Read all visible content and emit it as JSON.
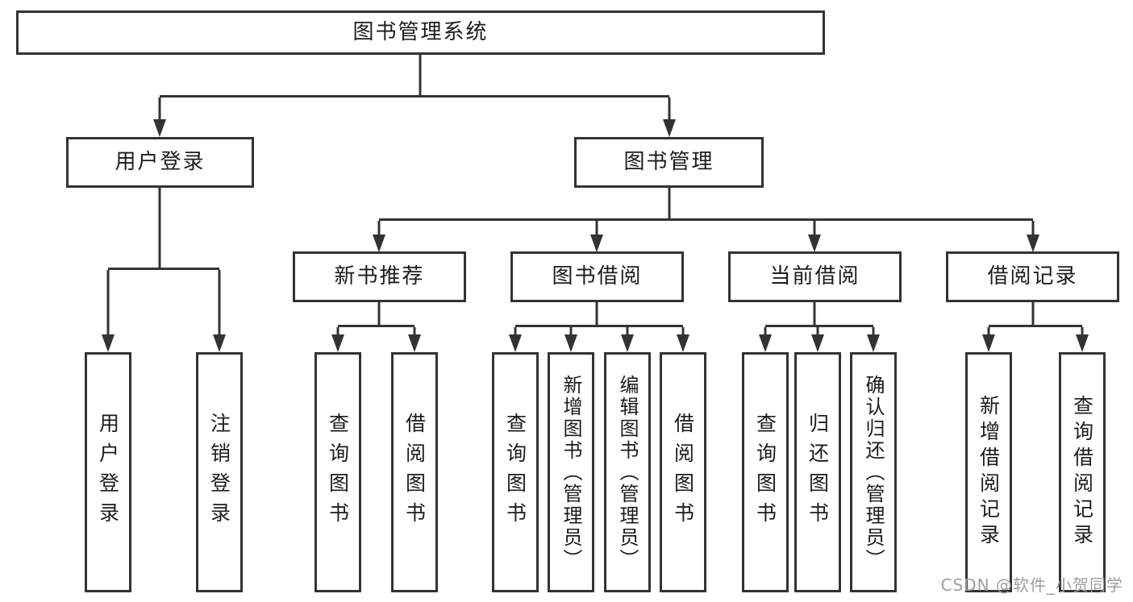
{
  "colors": {
    "line": "#333333",
    "text": "#1c1c1c",
    "watermark": "#9e9e9e",
    "background": "#ffffff"
  },
  "root": {
    "label": "图书管理系统"
  },
  "level2": [
    {
      "label": "用户登录"
    },
    {
      "label": "图书管理"
    }
  ],
  "level3": [
    {
      "label": "新书推荐"
    },
    {
      "label": "图书借阅"
    },
    {
      "label": "当前借阅"
    },
    {
      "label": "借阅记录"
    }
  ],
  "leaves": [
    {
      "label": "用户登录"
    },
    {
      "label": "注销登录"
    },
    {
      "label": "查询图书"
    },
    {
      "label": "借阅图书"
    },
    {
      "label": "查询图书"
    },
    {
      "label": "新增图书（管理员）"
    },
    {
      "label": "编辑图书（管理员）"
    },
    {
      "label": "借阅图书"
    },
    {
      "label": "查询图书"
    },
    {
      "label": "归还图书"
    },
    {
      "label": "确认归还（管理员）"
    },
    {
      "label": "新增借阅记录"
    },
    {
      "label": "查询借阅记录"
    }
  ],
  "watermark": {
    "text": "CSDN @软件_小贺同学"
  }
}
